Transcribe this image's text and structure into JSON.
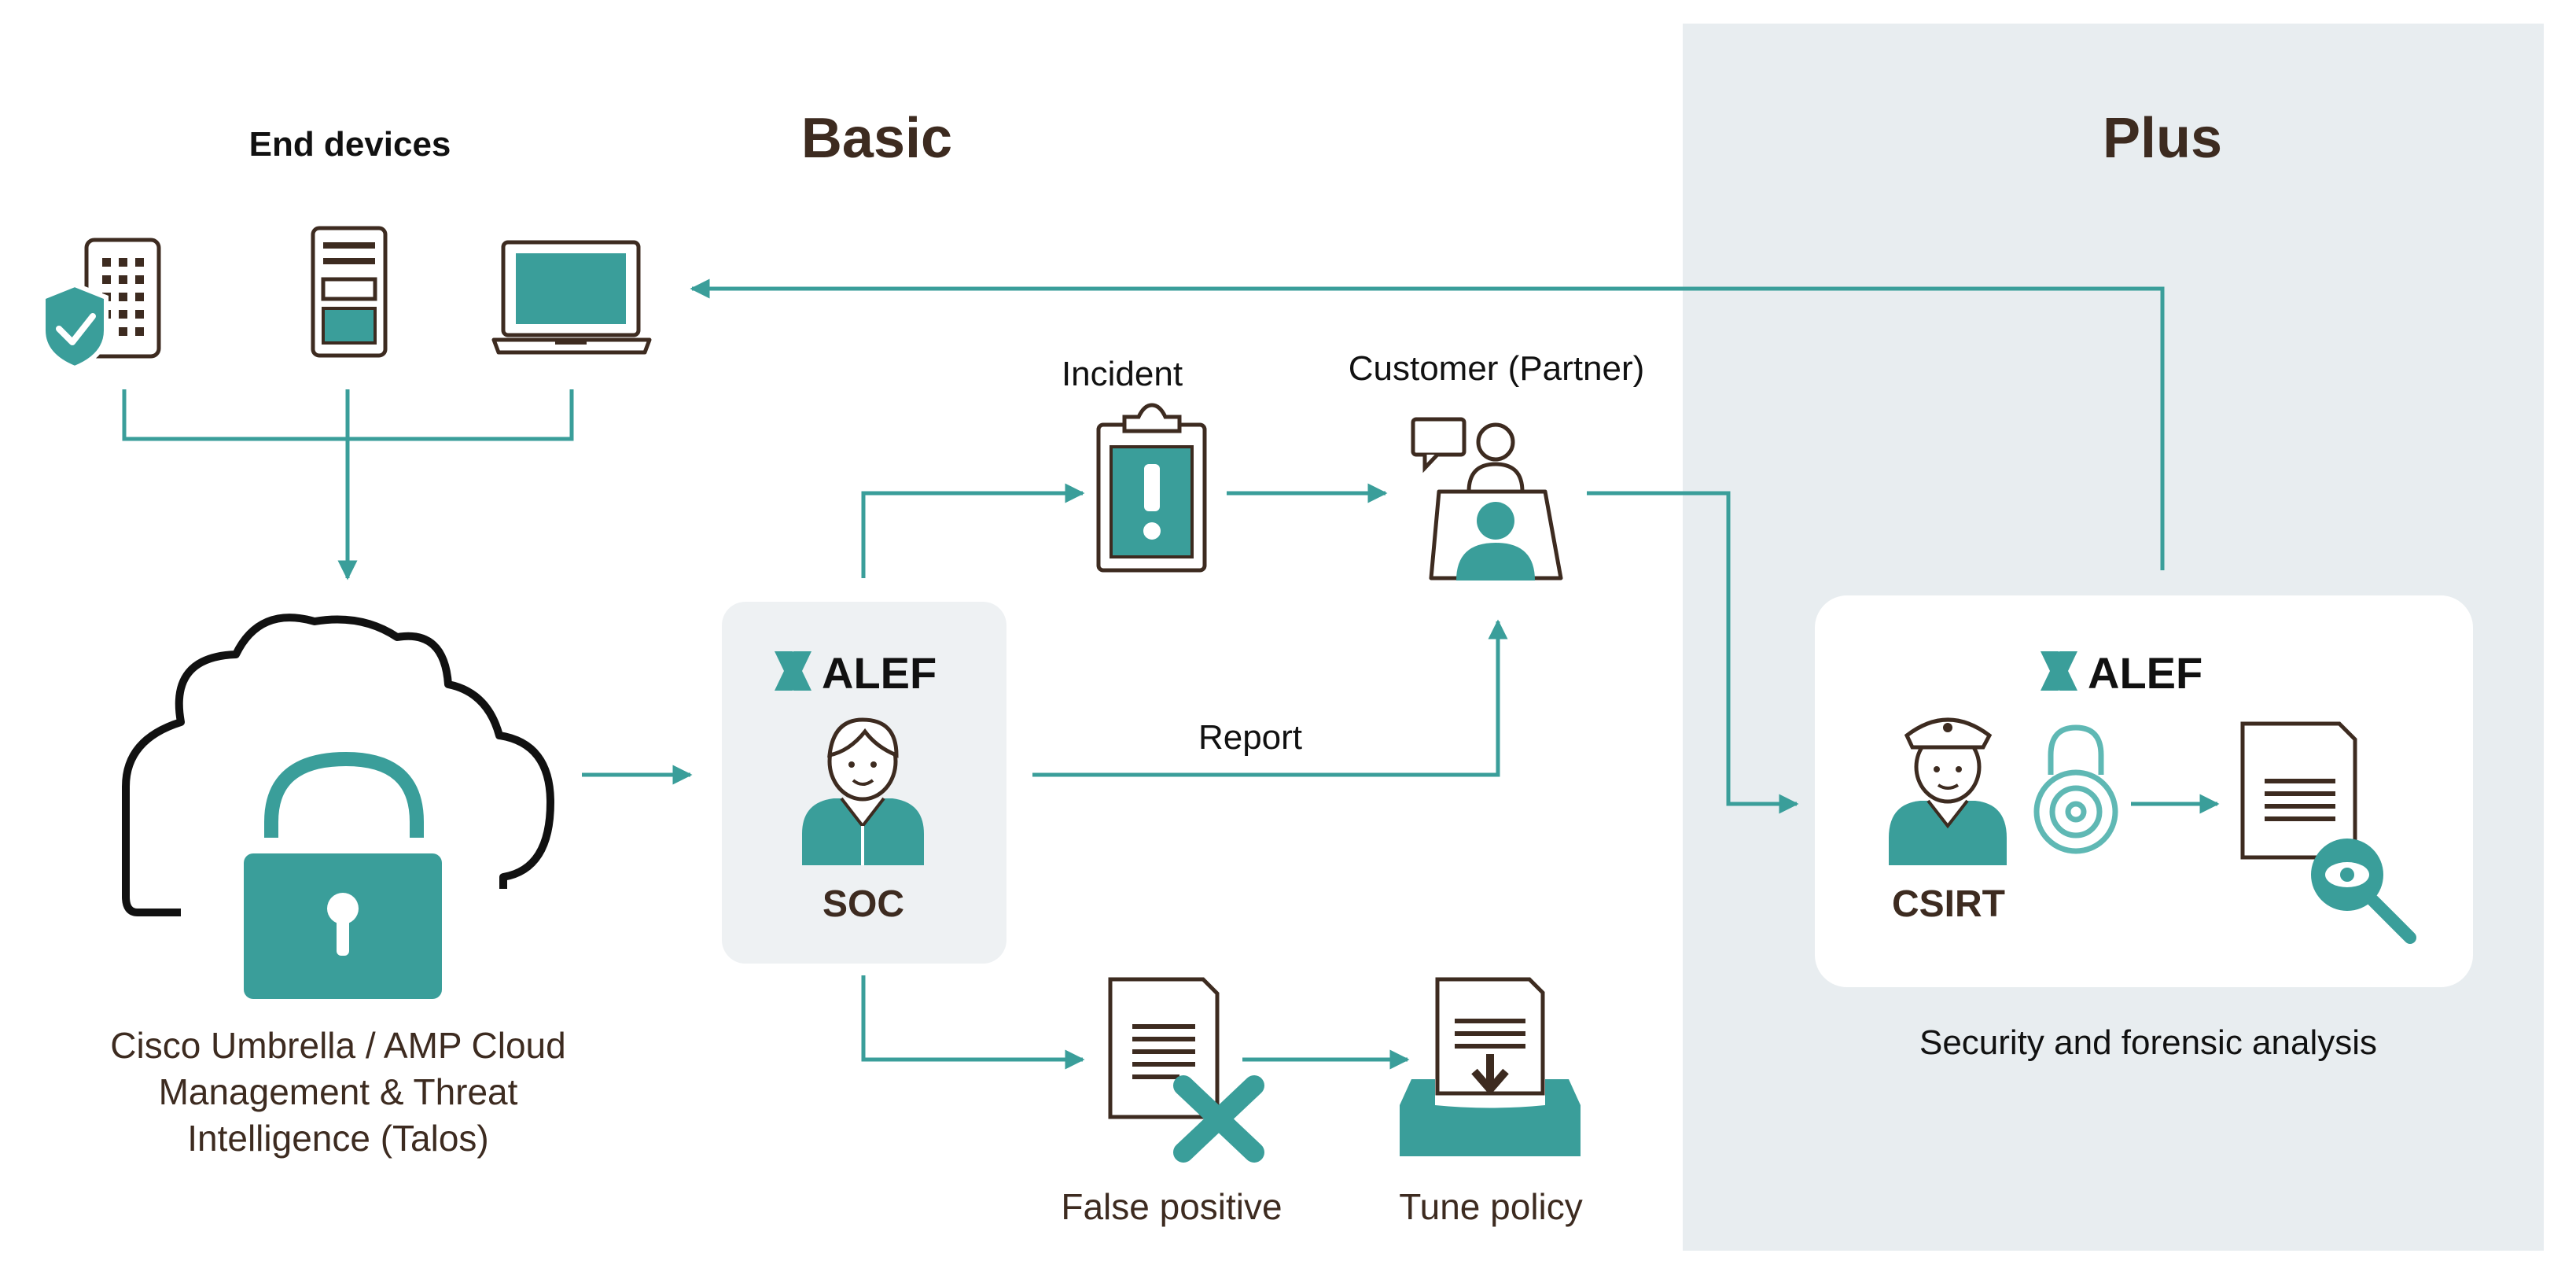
{
  "titles": {
    "end_devices": "End devices",
    "basic": "Basic",
    "plus": "Plus"
  },
  "labels": {
    "incident": "Incident",
    "customer": "Customer (Partner)",
    "report": "Report",
    "false_positive": "False positive",
    "tune_policy": "Tune policy",
    "security_forensic": "Security and forensic analysis",
    "cloud_line1": "Cisco Umbrella / AMP Cloud",
    "cloud_line2": "Management & Threat",
    "cloud_line3": "Intelligence (Talos)"
  },
  "boxes": {
    "soc_brand": "ALEF",
    "soc_label": "SOC",
    "csirt_brand": "ALEF",
    "csirt_label": "CSIRT"
  },
  "colors": {
    "teal": "#3a9e9a",
    "teal_light": "#5fb8b4",
    "dark": "#3d2b20",
    "soc_bg": "#eef1f3",
    "plus_bg": "#e8edf0"
  },
  "icons": [
    "shield-icon",
    "mobile-device-icon",
    "server-icon",
    "laptop-icon",
    "cloud-lock-icon",
    "clipboard-alert-icon",
    "customer-desk-icon",
    "soc-agent-icon",
    "document-x-icon",
    "inbox-download-icon",
    "csirt-officer-icon",
    "padlock-icon",
    "document-search-icon"
  ]
}
